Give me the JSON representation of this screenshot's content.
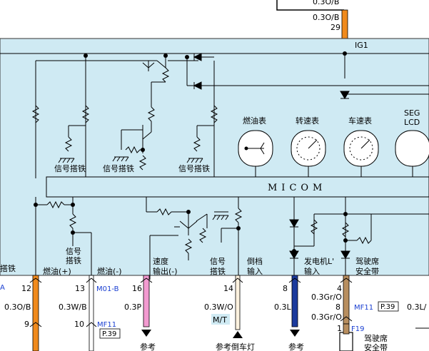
{
  "top": {
    "wire_top": "0.3O/B",
    "wire_spec": "0.3O/B",
    "pin": "29",
    "ig_label": "IG1"
  },
  "panel": {
    "gauges": [
      {
        "label": "燃油表"
      },
      {
        "label": "转速表"
      },
      {
        "label": "车速表"
      },
      {
        "label": "SEG\nLCD"
      }
    ],
    "signal_ground_1": "信号搭铁",
    "signal_ground_2": "信号搭铁",
    "signal_ground_3": "信号搭铁",
    "micom": "MICOM"
  },
  "bottom_labels": {
    "ground_edge": "搭铁",
    "fuel_plus": "燃油(+)",
    "fuel_minus": "燃油(-)",
    "signal_ground": "信号\n搭铁",
    "speed_output": "速度\n输出(-)",
    "signal_ground_b": "信号\n搭铁",
    "reverse_input": "倒档\n输入",
    "generator_input": "发电机L'\n输入",
    "seatbelt": "驾驶席\n安全带"
  },
  "connectors": {
    "left_a": "A",
    "pin_12": "12",
    "wire_12": "0.3O/B",
    "pin_9": "9",
    "pin_13": "13",
    "conn_m01b": "M01-B",
    "wire_13": "0.3W/B",
    "pin_10": "10",
    "conn_mf11_a": "MF11",
    "page_p39_a": "P.39",
    "pin_16": "16",
    "wire_16": "0.3P",
    "ref_1": "参考",
    "pin_14": "14",
    "wire_14": "0.3W/O",
    "mt_label": "M/T",
    "ref_reverse_lamp": "参考倒车灯",
    "pin_8": "8",
    "wire_8": "0.3L",
    "ref_2": "参考",
    "pin_4": "4",
    "wire_4": "0.3Gr/O",
    "pin_8b": "8",
    "conn_mf11_b": "MF11",
    "page_p39_b": "P.39",
    "wire_8b": "0.3Gr/O",
    "wire_right": "0.3L/",
    "pin_1": "1",
    "conn_f19": "F19",
    "seatbelt_switch": "驾驶席\n安全带"
  },
  "colors": {
    "panel_bg": "#cfeaf3",
    "orange_wire": "#f08a1c",
    "pink_wire": "#f29ad0",
    "blue_wire": "#1b3a9c",
    "brown_wire": "#b88e5f",
    "link_blue": "#1a3fd1"
  }
}
